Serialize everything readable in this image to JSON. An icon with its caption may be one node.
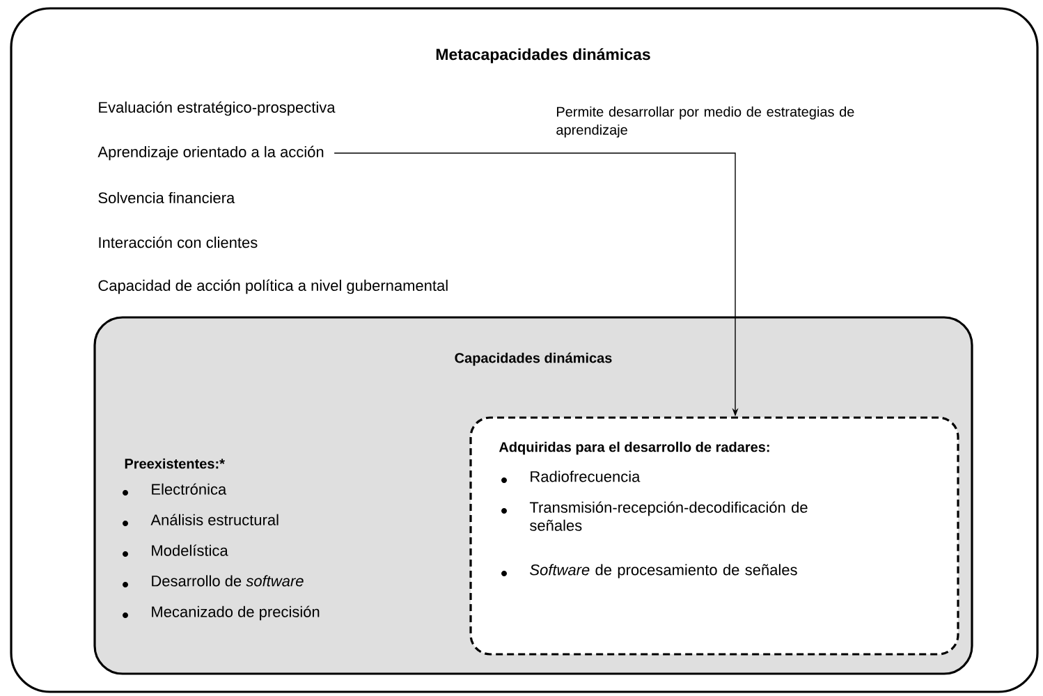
{
  "diagram": {
    "nodes": [
      {
        "text": [
          "Metacapacidades dinámicas"
        ]
      },
      {
        "text": [
          "Evaluación estratégico-prospectiva"
        ],
        "in": 0
      },
      {
        "text": [
          "Aprendizaje orientado a la acción"
        ],
        "in": 0
      },
      {
        "text": [
          "Solvencia financiera"
        ],
        "in": 0
      },
      {
        "text": [
          "Interacción con clientes"
        ],
        "in": 0
      },
      {
        "text": [
          "Capacidad de acción política a nivel gubernamental"
        ],
        "in": 0
      },
      {
        "text": [
          "Capacidades dinámicas",
          "Preexistentes:*",
          "Electrónica",
          "Análisis estructural",
          "Modelística",
          "Desarrollo de *software*",
          "Mecanizado de precisión"
        ],
        "in": 0
      },
      {
        "text": [
          "Adquiridas para el desarrollo de radares:",
          "Radiofrecuencia",
          "Transmisión-recepción-decodificación de señales",
          "*Software* de procesamiento de señales"
        ],
        "in": 6
      }
    ],
    "edges": [
      {
        "from": 2,
        "to": 7,
        "arrow": "to",
        "label": "Permite desarrollar por medio de estrategias de aprendizaje"
      }
    ]
  }
}
